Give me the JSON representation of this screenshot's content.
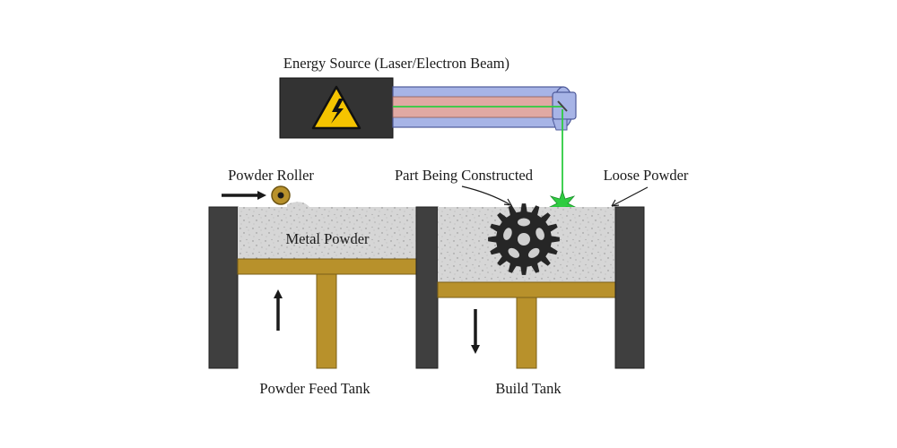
{
  "labels": {
    "energy_source": "Energy Source (Laser/Electron Beam)",
    "powder_roller": "Powder Roller",
    "part_being_constructed": "Part Being Constructed",
    "loose_powder": "Loose Powder",
    "metal_powder": "Metal Powder",
    "powder_feed_tank": "Powder Feed Tank",
    "build_tank": "Build Tank"
  },
  "icons": {
    "energy_source_symbol": "high-voltage-warning-icon",
    "feed_arrow": "arrow-up-icon",
    "build_arrow": "arrow-down-icon",
    "roller_arrow": "arrow-right-icon"
  },
  "colors": {
    "wall": "#3f3f3f",
    "piston": "#b8912b",
    "powder": "#d4d4d4",
    "energy_box": "#333333",
    "warning_yellow": "#f5c400",
    "beam": "#2ecc40",
    "tube_outer": "#a7b4e6",
    "tube_inner": "#e0a9a3",
    "gear": "#262626"
  }
}
